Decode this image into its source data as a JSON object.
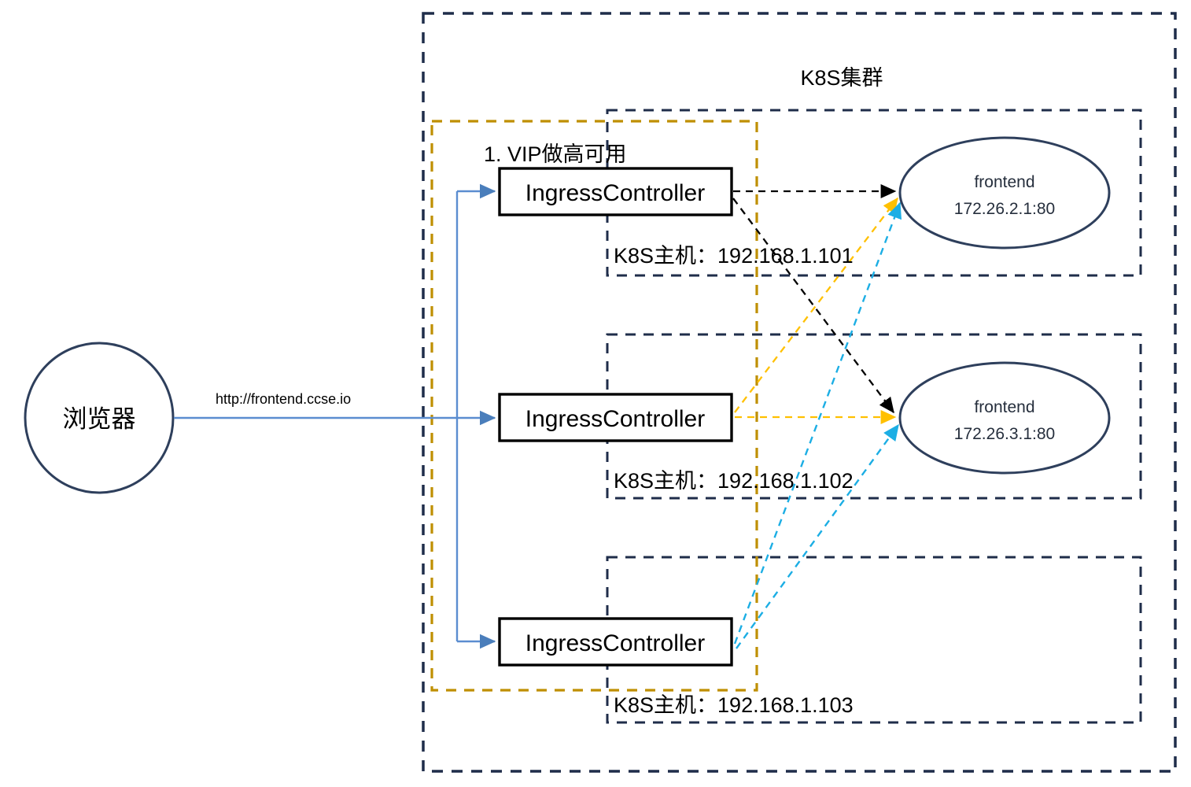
{
  "diagram": {
    "title": "K8S Ingress high availability topology",
    "colors": {
      "navy": "#1f2d4a",
      "gold": "#bf8f00",
      "cyan": "#1caee4",
      "blue": "#5b8dd0",
      "black": "#000000",
      "ellipse_stroke": "#2e3f5c",
      "background": "#ffffff"
    },
    "cluster": {
      "label": "K8S集群",
      "border_style": "dashed",
      "border_color": "#1f2d4a"
    },
    "vip_group": {
      "label": "1. VIP做高可用",
      "border_style": "dashed",
      "border_color": "#bf8f00"
    },
    "client": {
      "label": "浏览器",
      "shape": "circle"
    },
    "client_link": {
      "label": "http://frontend.ccse.io",
      "color": "#5b8dd0",
      "style": "solid"
    },
    "controllers": [
      {
        "label": "IngressController"
      },
      {
        "label": "IngressController"
      },
      {
        "label": "IngressController"
      }
    ],
    "hosts": [
      {
        "label": "K8S主机：192.168.1.101"
      },
      {
        "label": "K8S主机：192.168.1.102"
      },
      {
        "label": "K8S主机：192.168.1.103"
      }
    ],
    "endpoints": [
      {
        "name": "frontend",
        "address": "172.26.2.1:80"
      },
      {
        "name": "frontend",
        "address": "172.26.3.1:80"
      }
    ],
    "edges": [
      {
        "from": "controller-1",
        "to": "endpoint-1",
        "color": "#000000",
        "style": "dashed"
      },
      {
        "from": "controller-1",
        "to": "endpoint-2",
        "color": "#000000",
        "style": "dashed"
      },
      {
        "from": "controller-2",
        "to": "endpoint-1",
        "color": "#ffc000",
        "style": "dashed"
      },
      {
        "from": "controller-2",
        "to": "endpoint-2",
        "color": "#ffc000",
        "style": "dashed"
      },
      {
        "from": "controller-3",
        "to": "endpoint-1",
        "color": "#1caee4",
        "style": "dashed"
      },
      {
        "from": "controller-3",
        "to": "endpoint-2",
        "color": "#1caee4",
        "style": "dashed"
      }
    ]
  }
}
